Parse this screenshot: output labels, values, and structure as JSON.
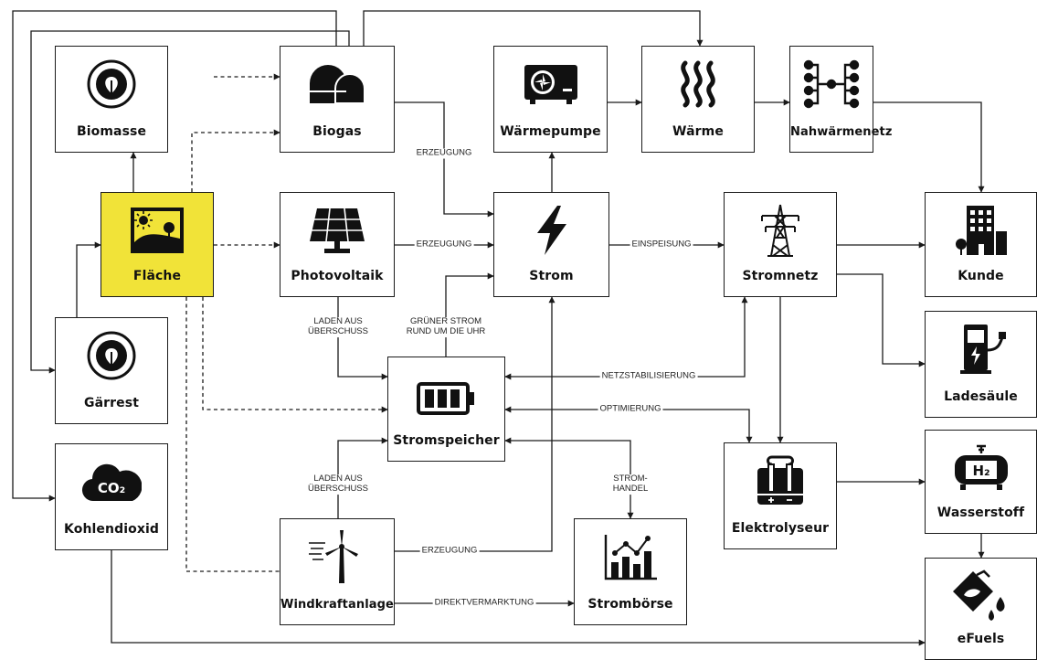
{
  "nodes": {
    "biomasse": {
      "label": "Biomasse",
      "icon": "recycle-leaf-icon"
    },
    "biogas": {
      "label": "Biogas",
      "icon": "biogas-dome-icon"
    },
    "waermepumpe": {
      "label": "Wärmepumpe",
      "icon": "heat-pump-icon"
    },
    "waerme": {
      "label": "Wärme",
      "icon": "heat-waves-icon"
    },
    "nahwaermenetz": {
      "label": "Nahwärmenetz",
      "icon": "network-icon"
    },
    "flaeche": {
      "label": "Fläche",
      "icon": "landscape-icon"
    },
    "photovoltaik": {
      "label": "Photovoltaik",
      "icon": "solar-panel-icon"
    },
    "strom": {
      "label": "Strom",
      "icon": "lightning-icon"
    },
    "stromnetz": {
      "label": "Stromnetz",
      "icon": "power-tower-icon"
    },
    "kunde": {
      "label": "Kunde",
      "icon": "building-icon"
    },
    "gaerrest": {
      "label": "Gärrest",
      "icon": "recycle-leaf-icon"
    },
    "stromspeicher": {
      "label": "Stromspeicher",
      "icon": "battery-icon"
    },
    "ladesaeule": {
      "label": "Ladesäule",
      "icon": "charging-station-icon"
    },
    "kohlendioxid": {
      "label": "Kohlendioxid",
      "icon": "co2-cloud-icon"
    },
    "elektrolyseur": {
      "label": "Elektrolyseur",
      "icon": "electrolyzer-icon"
    },
    "wasserstoff": {
      "label": "Wasserstoff",
      "icon": "hydrogen-tank-icon"
    },
    "windkraftanlage": {
      "label": "Windkraftanlage",
      "icon": "wind-turbine-icon"
    },
    "stromboerse": {
      "label": "Strombörse",
      "icon": "bar-chart-icon"
    },
    "efuels": {
      "label": "eFuels",
      "icon": "fuel-drop-icon"
    }
  },
  "co2_text": "CO₂",
  "h2_text": "H₂",
  "edge_labels": {
    "erzeugung_biogas": "ERZEUGUNG",
    "erzeugung_pv": "ERZEUGUNG",
    "einspeisung": "EINSPEISUNG",
    "laden_pv": "LADEN AUS\nÜBERSCHUSS",
    "gruener_strom": "GRÜNER STROM\nRUND UM DIE UHR",
    "netzstabilisierung": "NETZSTABILISIERUNG",
    "optimierung": "OPTIMIERUNG",
    "laden_wind": "LADEN AUS\nÜBERSCHUSS",
    "stromhandel": "STROM-\nHANDEL",
    "erzeugung_wind": "ERZEUGUNG",
    "direktvermarktung": "DIREKTVERMARKTUNG"
  },
  "colors": {
    "highlight": "#f1e338",
    "stroke": "#1a1a1a"
  }
}
